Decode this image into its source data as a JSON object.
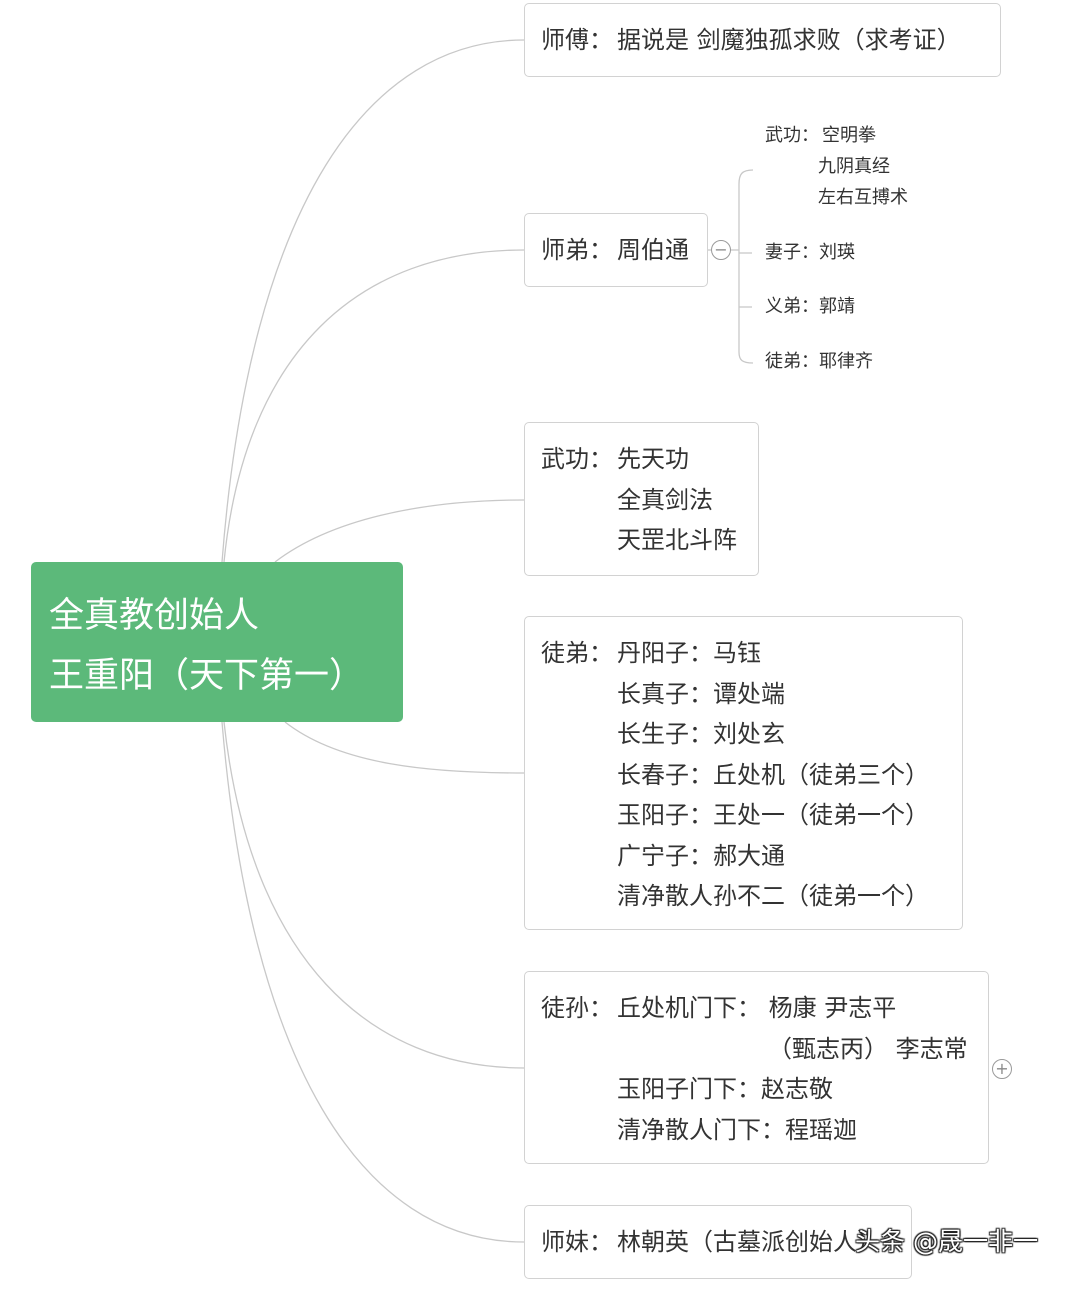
{
  "root": {
    "line1": "全真教创始人",
    "line2": "王重阳（天下第一）"
  },
  "nodes": {
    "master": {
      "label": "师傅：",
      "text": "据说是 剑魔独孤求败（求考证）"
    },
    "junior_brother": {
      "label": "师弟：",
      "text": "周伯通",
      "children": {
        "martial_label": "武功：",
        "martial": [
          "空明拳",
          "九阴真经",
          "左右互搏术"
        ],
        "wife": "妻子：刘瑛",
        "sworn_brother": "义弟：郭靖",
        "disciple": "徒弟：耶律齐"
      }
    },
    "martial_arts": {
      "label": "武功：",
      "lines": [
        "先天功",
        "全真剑法",
        "天罡北斗阵"
      ]
    },
    "disciples": {
      "label": "徒弟：",
      "lines": [
        "丹阳子：马钰",
        "长真子：谭处端",
        "长生子：刘处玄",
        "长春子：丘处机（徒弟三个）",
        "玉阳子：王处一（徒弟一个）",
        "广宁子：郝大通",
        "清净散人孙不二（徒弟一个）"
      ]
    },
    "grand_disciples": {
      "label": "徒孙：",
      "lines": [
        "丘处机门下：  杨康  尹志平",
        "（甄志丙）  李志常",
        "玉阳子门下：赵志敬",
        "清净散人门下：程瑶迦"
      ]
    },
    "junior_sister": {
      "label": "师妹：",
      "text": "林朝英（古墓派创始人）"
    }
  },
  "toggles": {
    "collapse": "−",
    "expand": "+"
  },
  "watermark": "头条 @晟一非一",
  "colors": {
    "root_bg": "#5cb97a",
    "node_border": "#d2d2d2",
    "link": "#c8c8c8",
    "text": "#333333"
  }
}
